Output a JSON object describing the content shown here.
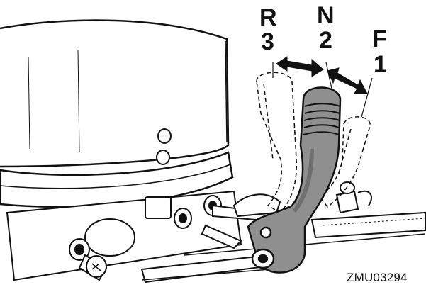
{
  "positions": {
    "reverse": {
      "letter": "R",
      "number": "3"
    },
    "neutral": {
      "letter": "N",
      "number": "2"
    },
    "forward": {
      "letter": "F",
      "number": "1"
    }
  },
  "figure_code": "ZMU03294",
  "colors": {
    "outline": "#111111",
    "lever_fill": "#8f8f8f",
    "lever_shade": "#6f6f6f",
    "background": "#ffffff"
  }
}
